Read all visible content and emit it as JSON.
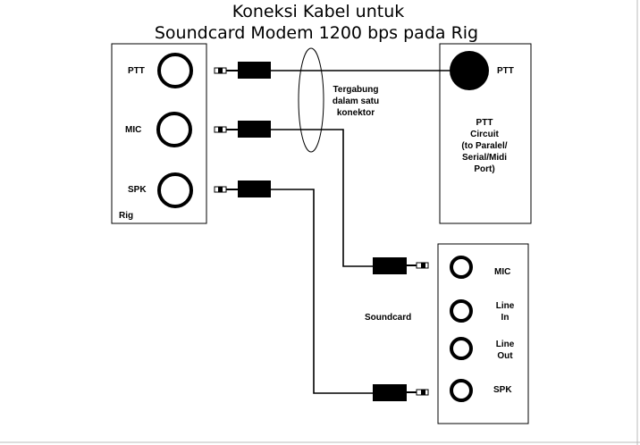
{
  "title": {
    "line1": "Koneksi Kabel untuk",
    "line2": "Soundcard Modem 1200 bps pada Rig"
  },
  "rig": {
    "label": "Rig",
    "jacks": {
      "ptt": "PTT",
      "mic": "MIC",
      "spk": "SPK"
    }
  },
  "bundle_note": {
    "line1": "Tergabung",
    "line2": "dalam satu",
    "line3": "konektor"
  },
  "ptt_circuit": {
    "jack_label": "PTT",
    "line1": "PTT",
    "line2": "Circuit",
    "line3": "(to Paralel/",
    "line4": "Serial/Midi",
    "line5": "Port)"
  },
  "soundcard": {
    "label": "Soundcard",
    "jacks": {
      "mic": "MIC",
      "line_in_1": "Line",
      "line_in_2": "In",
      "line_out_1": "Line",
      "line_out_2": "Out",
      "spk": "SPK"
    }
  },
  "colors": {
    "ink": "#000000",
    "background": "#ffffff"
  }
}
